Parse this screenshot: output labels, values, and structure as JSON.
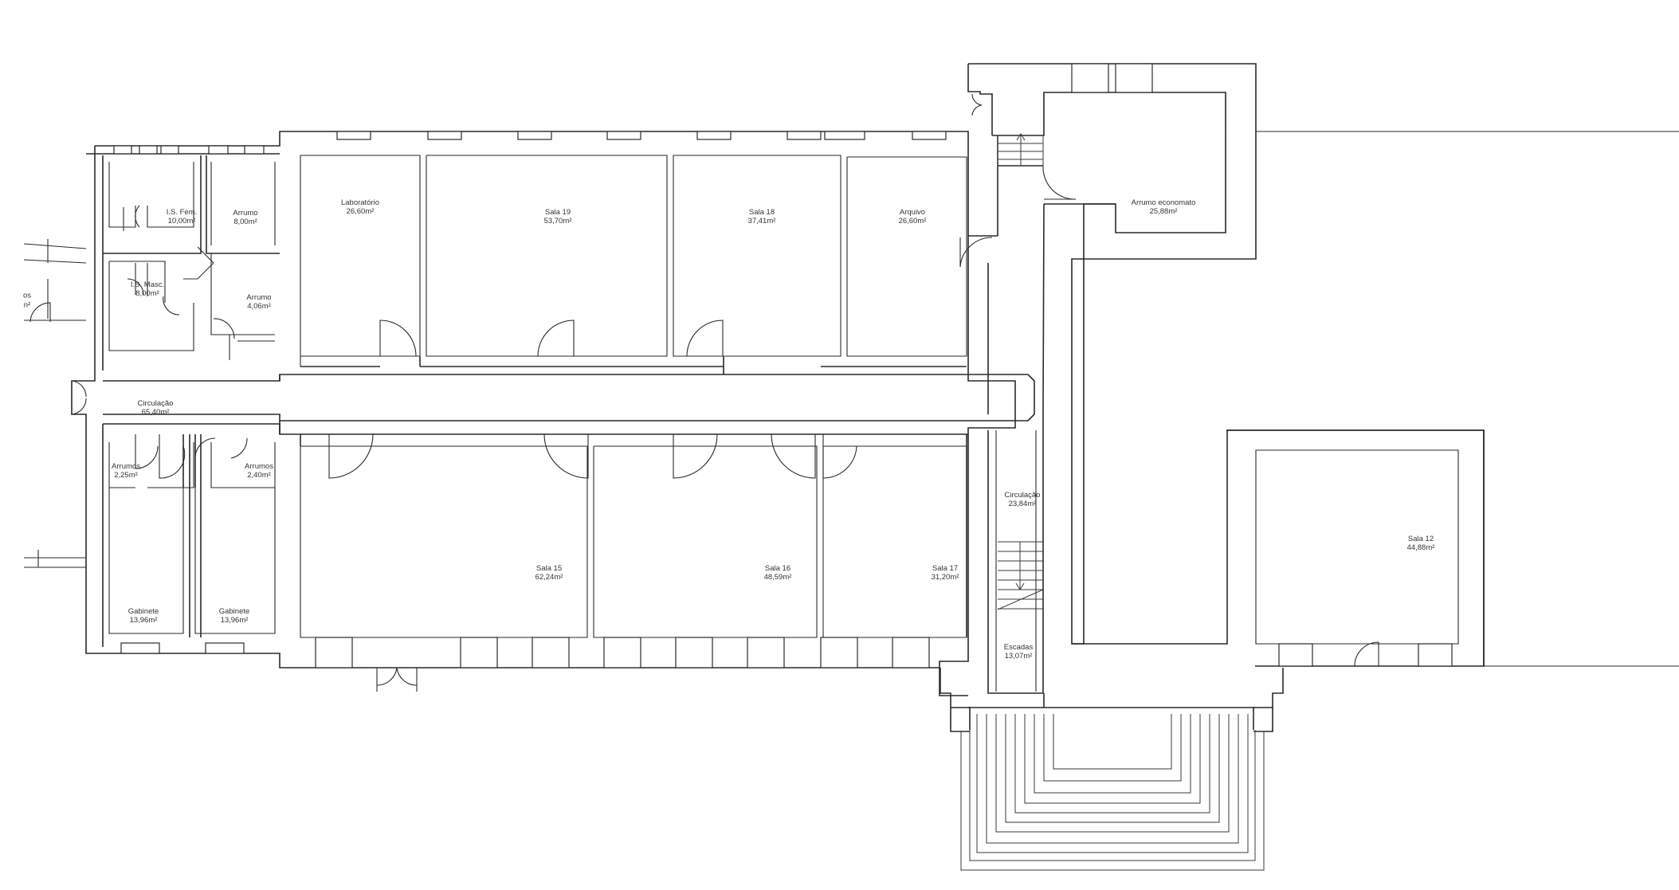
{
  "rooms": [
    {
      "id": "laboratorio",
      "name": "Laboratório",
      "area": "26,60m²"
    },
    {
      "id": "sala19",
      "name": "Sala 19",
      "area": "53,70m²"
    },
    {
      "id": "sala18",
      "name": "Sala 18",
      "area": "37,41m²"
    },
    {
      "id": "arquivo",
      "name": "Arquivo",
      "area": "26,60m²"
    },
    {
      "id": "arrumo-economato",
      "name": "Arrumo economato",
      "area": "25,88m²"
    },
    {
      "id": "is-fem",
      "name": "I.S. Fem.",
      "area": "10,00m²"
    },
    {
      "id": "arrumo-1",
      "name": "Arrumo",
      "area": "8,00m²"
    },
    {
      "id": "is-masc",
      "name": "I.S. Masc.",
      "area": "8,00m²"
    },
    {
      "id": "arrumo-2",
      "name": "Arrumo",
      "area": "4,06m²"
    },
    {
      "id": "circulacao-1",
      "name": "Circulação",
      "area": "65,40m²"
    },
    {
      "id": "arrumos-1",
      "name": "Arrumos",
      "area": "2,25m²"
    },
    {
      "id": "arrumos-2",
      "name": "Arrumos",
      "area": "2,40m²"
    },
    {
      "id": "gabinete-1",
      "name": "Gabinete",
      "area": "13,96m²"
    },
    {
      "id": "gabinete-2",
      "name": "Gabinete",
      "area": "13,96m²"
    },
    {
      "id": "sala15",
      "name": "Sala 15",
      "area": "62,24m²"
    },
    {
      "id": "sala16",
      "name": "Sala 16",
      "area": "48,59m²"
    },
    {
      "id": "sala17",
      "name": "Sala 17",
      "area": "31,20m²"
    },
    {
      "id": "circulacao-2",
      "name": "Circulação",
      "area": "23,84m²"
    },
    {
      "id": "escadas",
      "name": "Escadas",
      "area": "13,07m²"
    },
    {
      "id": "sala12",
      "name": "Sala 12",
      "area": "44,88m²"
    }
  ],
  "cropped_labels": [
    "os",
    "n²"
  ]
}
